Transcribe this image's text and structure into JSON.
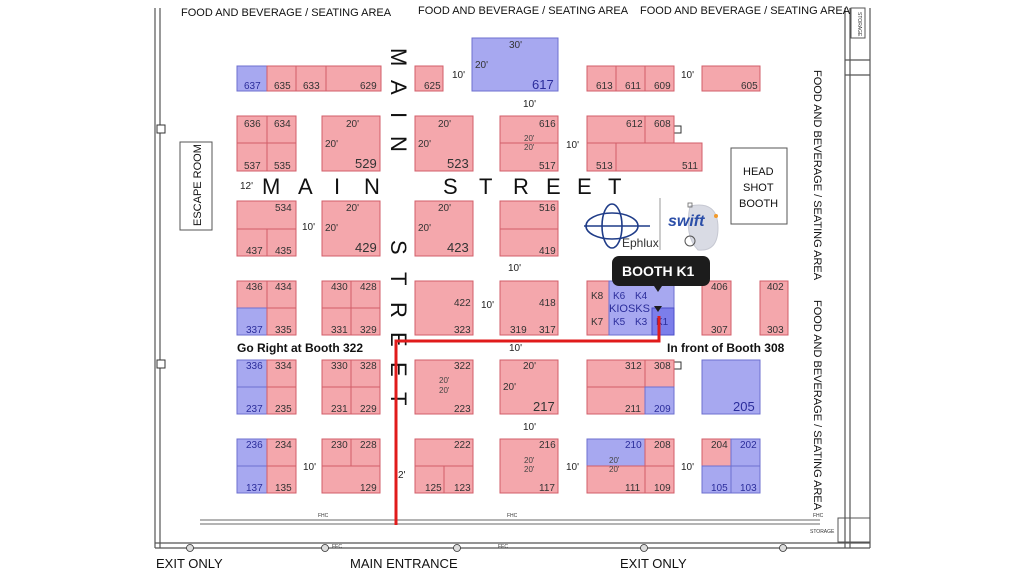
{
  "top_labels": [
    "FOOD AND BEVERAGE / SEATING AREA",
    "FOOD AND BEVERAGE / SEATING AREA",
    "FOOD AND BEVERAGE / SEATING AREA"
  ],
  "right_labels": [
    "FOOD AND BEVERAGE / SEATING AREA",
    "FOOD AND BEVERAGE / SEATING AREA"
  ],
  "street_horizontal": [
    "M",
    "A",
    "I",
    "N",
    "S",
    "T",
    "R",
    "E",
    "E",
    "T"
  ],
  "street_vertical_top": [
    "M",
    "A",
    "I",
    "N"
  ],
  "street_vertical_bottom": [
    "S",
    "T",
    "R",
    "E",
    "E",
    "T"
  ],
  "rooms": {
    "escape_room": "ESCAPE ROOM",
    "head_shot_booth": [
      "HEAD",
      "SHOT",
      "BOOTH"
    ],
    "kiosks": "KIOSKS",
    "storage": "STORAGE",
    "fhc": "FHC",
    "fec": "FEC"
  },
  "gaps": {
    "ten": "10'",
    "twelve": "12'",
    "two": "2'",
    "twenty": "20'",
    "thirty": "30'"
  },
  "booths": {
    "b637": "637",
    "b635": "635",
    "b633": "633",
    "b629": "629",
    "b625": "625",
    "b617": "617",
    "b613": "613",
    "b611": "611",
    "b609": "609",
    "b605": "605",
    "b636": "636",
    "b634": "634",
    "b537": "537",
    "b535": "535",
    "b529": "529",
    "b523": "523",
    "b616": "616",
    "b517": "517",
    "b612": "612",
    "b608": "608",
    "b513": "513",
    "b511": "511",
    "b534": "534",
    "b437": "437",
    "b435": "435",
    "b429": "429",
    "b423": "423",
    "b516": "516",
    "b419": "419",
    "b436": "436",
    "b434": "434",
    "b337": "337",
    "b335": "335",
    "b430": "430",
    "b428": "428",
    "b331": "331",
    "b329": "329",
    "b422": "422",
    "b323": "323",
    "b418": "418",
    "b319": "319",
    "b317": "317",
    "k8": "K8",
    "k6": "K6",
    "k4": "K4",
    "k7": "K7",
    "k5": "K5",
    "k3": "K3",
    "k1": "K1",
    "b406": "406",
    "b307": "307",
    "b402": "402",
    "b303": "303",
    "b336": "336",
    "b334": "334",
    "b237": "237",
    "b235": "235",
    "b330": "330",
    "b328": "328",
    "b231": "231",
    "b229": "229",
    "b322": "322",
    "b223": "223",
    "b217": "217",
    "b312": "312",
    "b308": "308",
    "b211": "211",
    "b209": "209",
    "b205": "205",
    "b236": "236",
    "b234": "234",
    "b137": "137",
    "b135": "135",
    "b230": "230",
    "b228": "228",
    "b129": "129",
    "b222": "222",
    "b125": "125",
    "b123": "123",
    "b216": "216",
    "b117": "117",
    "b210": "210",
    "b208": "208",
    "b111": "111",
    "b109": "109",
    "b204": "204",
    "b202": "202",
    "b105": "105",
    "b103": "103"
  },
  "logos": {
    "ephlux": "Ephlux",
    "swift": "swift"
  },
  "callout": {
    "booth_k1": "BOOTH K1"
  },
  "directions": {
    "go_right": "Go Right at Booth 322",
    "in_front": "In front of Booth 308"
  },
  "bottom_labels": {
    "exit_left": "EXIT ONLY",
    "main_entrance": "MAIN ENTRANCE",
    "exit_right": "EXIT ONLY"
  },
  "colors": {
    "booth_pink": "#f4a7ac",
    "booth_blue": "#a7a8f0",
    "route_red": "#e01b1b",
    "callout_bg": "#1c1c1c"
  }
}
